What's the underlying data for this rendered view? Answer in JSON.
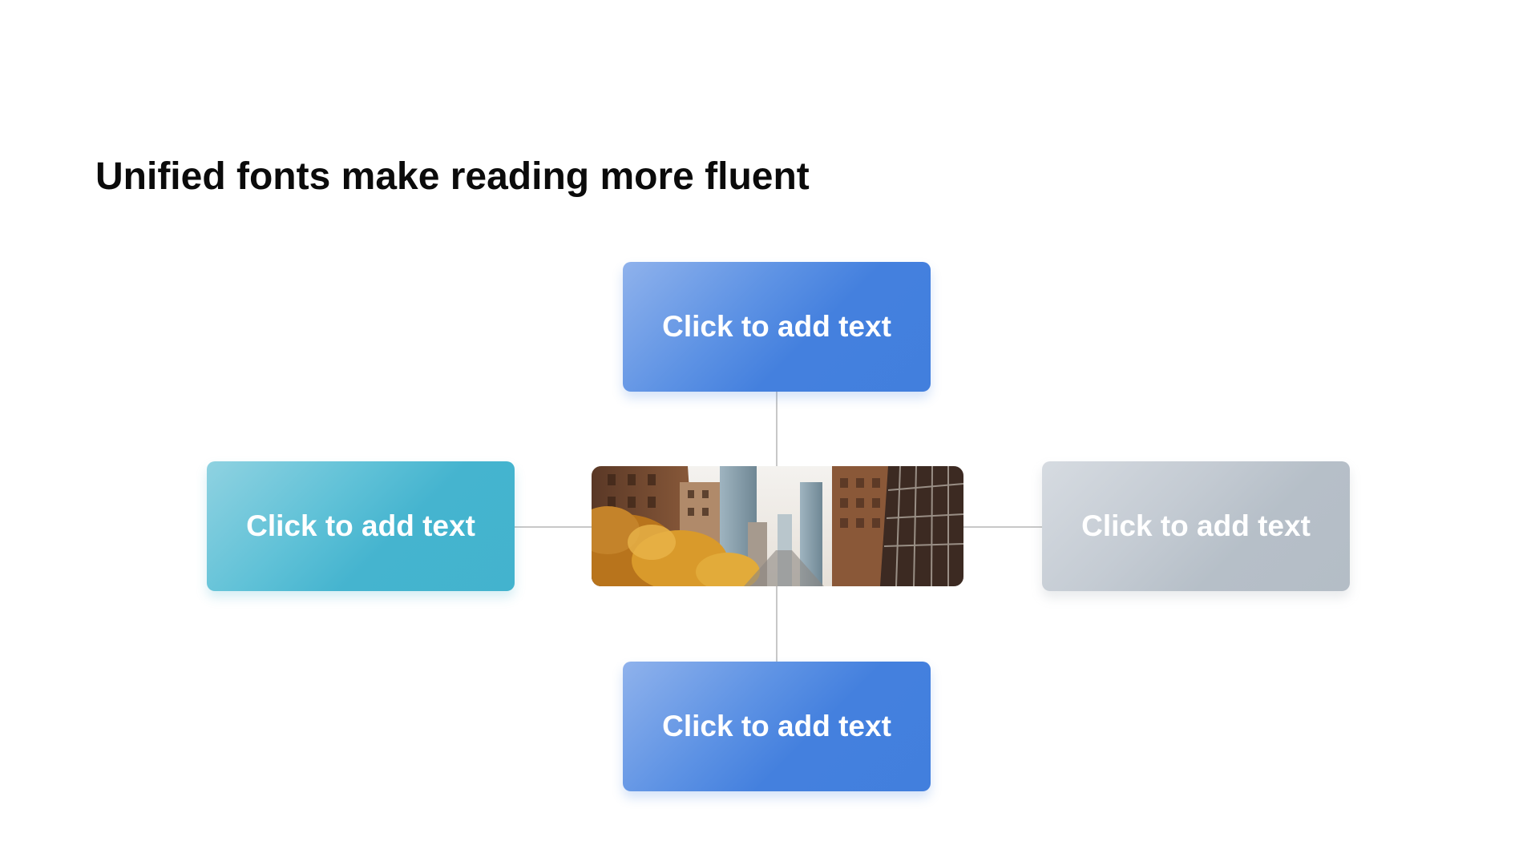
{
  "slide": {
    "title": "Unified fonts make reading more fluent"
  },
  "boxes": {
    "top": "Click to add text",
    "left": "Click to add text",
    "right": "Click to add text",
    "bottom": "Click to add text"
  },
  "colors": {
    "top_box": "#427fdd",
    "bottom_box": "#427fdd",
    "left_box": "#43b3ce",
    "right_box": "#b4bdc6",
    "connector": "#c8c8c8"
  },
  "image": {
    "subject": "city street with skyscrapers and autumn trees"
  }
}
